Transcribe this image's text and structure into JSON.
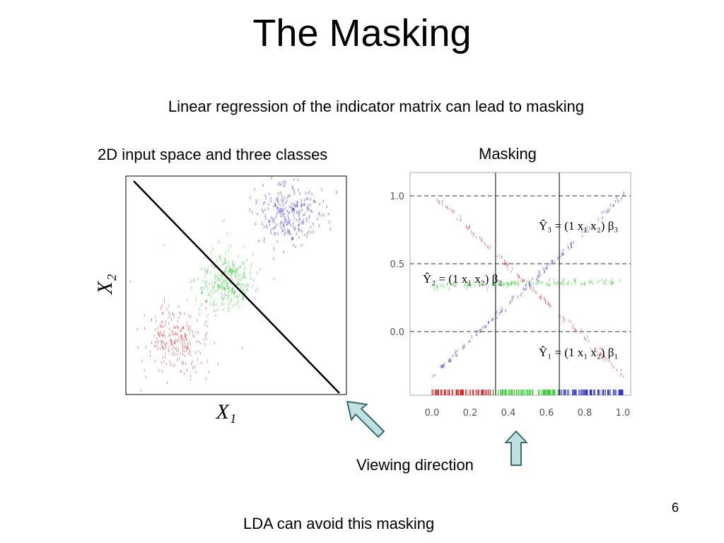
{
  "slide": {
    "title": "The Masking",
    "subtitle": "Linear regression of the indicator matrix can lead to masking",
    "left_panel_label": "2D input space and three classes",
    "right_panel_label": "Masking",
    "viewing_direction": "Viewing direction",
    "footer": "LDA can avoid this masking",
    "page_number": "6"
  },
  "left_plot": {
    "x_axis_label": "X₁",
    "y_axis_label": "X₂",
    "point_label": "3",
    "classes": [
      {
        "label": "1",
        "color": "#d42a2a"
      },
      {
        "label": "2",
        "color": "#2ecc2e"
      },
      {
        "label": "3",
        "color": "#2a2acc"
      }
    ]
  },
  "right_plot": {
    "x_ticks": [
      "0.0",
      "0.2",
      "0.4",
      "0.6",
      "0.8",
      "1.0"
    ],
    "y_ticks": [
      "0.0",
      "0.5",
      "1.0"
    ],
    "dashed_levels": [
      0.0,
      0.5,
      1.0
    ],
    "boundaries": [
      0.333,
      0.667
    ],
    "equations": [
      {
        "id": "y3",
        "text": "Ŷ₃ = (1  x₁  x₂) β₃"
      },
      {
        "id": "y2",
        "text": "Ŷ₂ = (1  x₁  x₂) β₂"
      },
      {
        "id": "y1",
        "text": "Ŷ₁ = (1  x₁  x₂) β₁"
      }
    ],
    "fit_lines": [
      {
        "class": "1",
        "color": "#d42a2a",
        "y_at_0": 1.0,
        "y_at_1": -0.33
      },
      {
        "class": "2",
        "color": "#2ecc2e",
        "y_at_0": 0.33,
        "y_at_1": 0.36
      },
      {
        "class": "3",
        "color": "#2a2acc",
        "y_at_0": -0.33,
        "y_at_1": 1.0
      }
    ]
  },
  "colors": {
    "class1": "#d42a2a",
    "class2": "#2ecc2e",
    "class3": "#2a2acc",
    "arrow_fill": "#bfe1e1",
    "arrow_stroke": "#3a6a6a"
  },
  "icons": {
    "left_arrow": "diagonal-up-arrow-icon",
    "right_arrow": "up-arrow-icon"
  }
}
